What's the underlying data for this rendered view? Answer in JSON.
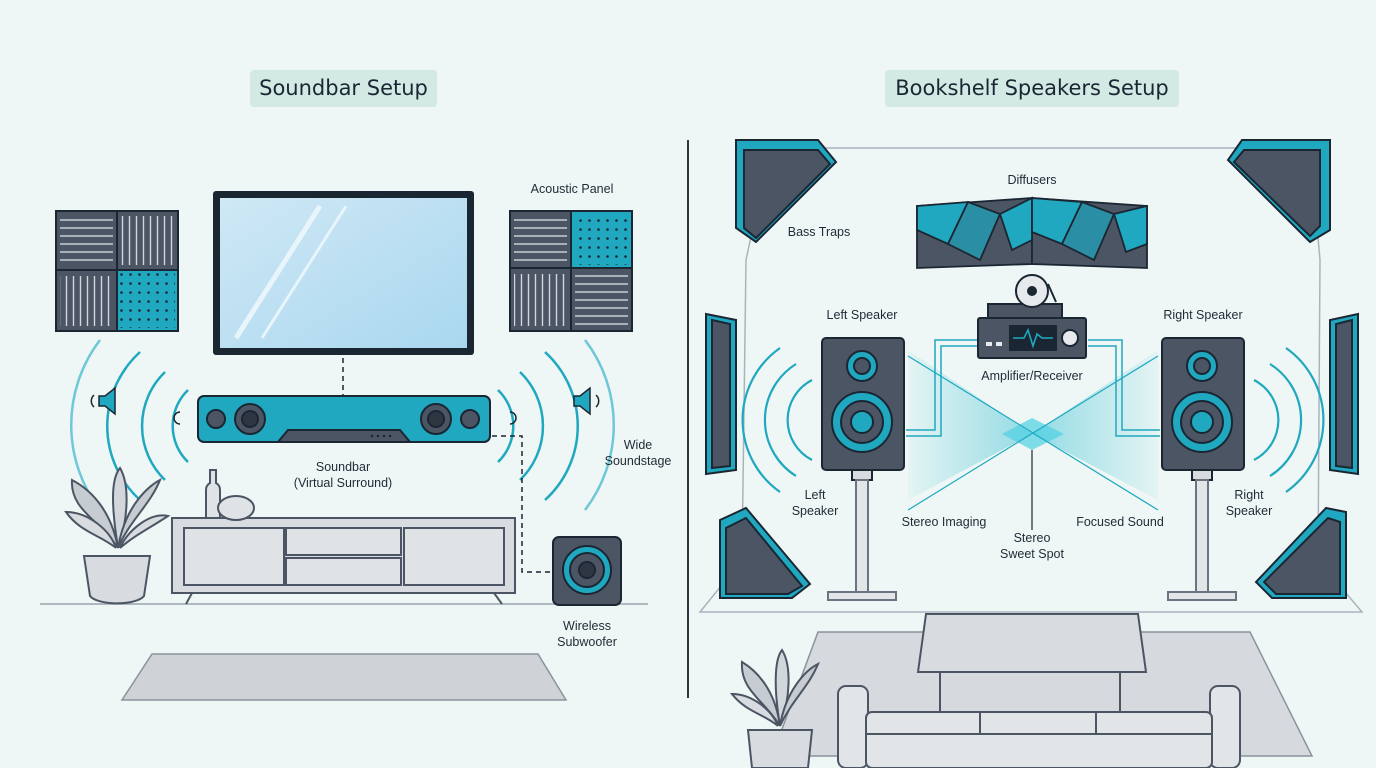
{
  "soundbar_setup": {
    "title": "Soundbar Setup",
    "labels": {
      "acoustic_panel": "Acoustic Panel",
      "soundbar_line1": "Soundbar",
      "soundbar_line2": "(Virtual Surround)",
      "wide_line1": "Wide",
      "wide_line2": "Soundstage",
      "sub_line1": "Wireless",
      "sub_line2": "Subwoofer"
    }
  },
  "bookshelf_setup": {
    "title": "Bookshelf Speakers Setup",
    "labels": {
      "diffusers": "Diffusers",
      "bass_traps": "Bass Traps",
      "left_speaker_top": "Left Speaker",
      "right_speaker_top": "Right Speaker",
      "amplifier": "Amplifier/Receiver",
      "left_line1": "Left",
      "left_line2": "Speaker",
      "right_line1": "Right",
      "right_line2": "Speaker",
      "stereo_imaging": "Stereo Imaging",
      "sweet_line1": "Stereo",
      "sweet_line2": "Sweet Spot",
      "focused_sound": "Focused Sound"
    }
  },
  "colors": {
    "accent": "#1fa8c0",
    "dark": "#4c5563",
    "outline": "#1b2633",
    "background": "#eef7f5"
  }
}
